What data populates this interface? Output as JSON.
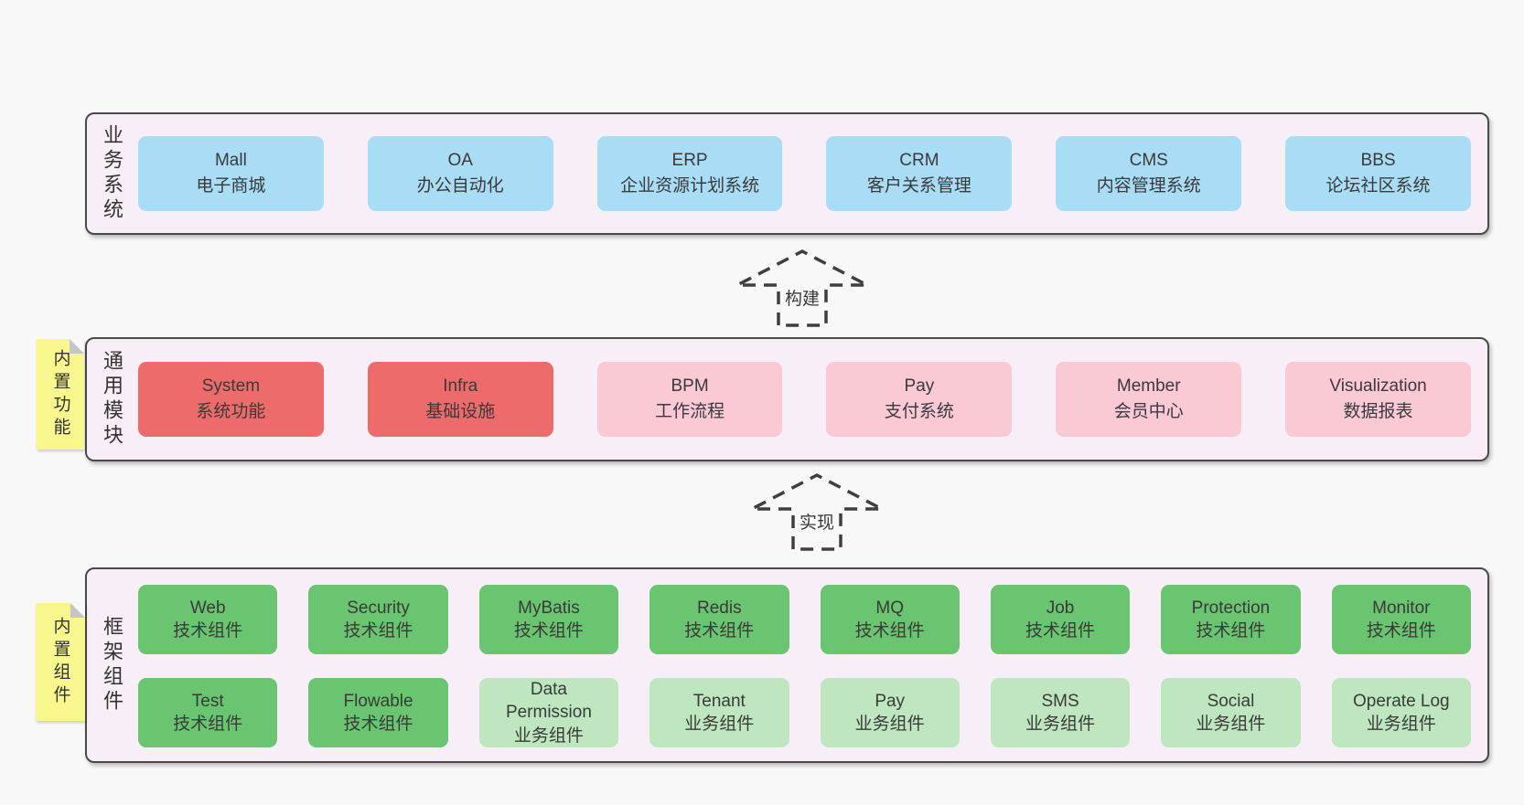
{
  "colors": {
    "page_background": "#f8f8f8",
    "panel_background": "#f8eef7",
    "panel_border": "#4a4a4a",
    "box_blue": "#a9dcf5",
    "box_red": "#ee6b6b",
    "box_pink": "#fac9d3",
    "box_green": "#69c56f",
    "box_green_light": "#bee7bf",
    "tag_yellow": "#f8f78e",
    "text": "#3a3a3a"
  },
  "arrows": [
    {
      "label": "构建"
    },
    {
      "label": "实现"
    }
  ],
  "panels": {
    "business": {
      "label": "业务系统",
      "boxes": [
        {
          "title": "Mall",
          "subtitle": "电子商城"
        },
        {
          "title": "OA",
          "subtitle": "办公自动化"
        },
        {
          "title": "ERP",
          "subtitle": "企业资源计划系统"
        },
        {
          "title": "CRM",
          "subtitle": "客户关系管理"
        },
        {
          "title": "CMS",
          "subtitle": "内容管理系统"
        },
        {
          "title": "BBS",
          "subtitle": "论坛社区系统"
        }
      ]
    },
    "modules": {
      "label": "通用模块",
      "tag": "内置功能",
      "boxes": [
        {
          "title": "System",
          "subtitle": "系统功能"
        },
        {
          "title": "Infra",
          "subtitle": "基础设施"
        },
        {
          "title": "BPM",
          "subtitle": "工作流程"
        },
        {
          "title": "Pay",
          "subtitle": "支付系统"
        },
        {
          "title": "Member",
          "subtitle": "会员中心"
        },
        {
          "title": "Visualization",
          "subtitle": "数据报表"
        }
      ]
    },
    "components": {
      "label": "框架组件",
      "tag": "内置组件",
      "row1": [
        {
          "title": "Web",
          "subtitle": "技术组件"
        },
        {
          "title": "Security",
          "subtitle": "技术组件"
        },
        {
          "title": "MyBatis",
          "subtitle": "技术组件"
        },
        {
          "title": "Redis",
          "subtitle": "技术组件"
        },
        {
          "title": "MQ",
          "subtitle": "技术组件"
        },
        {
          "title": "Job",
          "subtitle": "技术组件"
        },
        {
          "title": "Protection",
          "subtitle": "技术组件"
        },
        {
          "title": "Monitor",
          "subtitle": "技术组件"
        }
      ],
      "row2": [
        {
          "title": "Test",
          "subtitle": "技术组件"
        },
        {
          "title": "Flowable",
          "subtitle": "技术组件"
        },
        {
          "title": "Data Permission",
          "subtitle": "业务组件"
        },
        {
          "title": "Tenant",
          "subtitle": "业务组件"
        },
        {
          "title": "Pay",
          "subtitle": "业务组件"
        },
        {
          "title": "SMS",
          "subtitle": "业务组件"
        },
        {
          "title": "Social",
          "subtitle": "业务组件"
        },
        {
          "title": "Operate Log",
          "subtitle": "业务组件"
        }
      ]
    }
  }
}
